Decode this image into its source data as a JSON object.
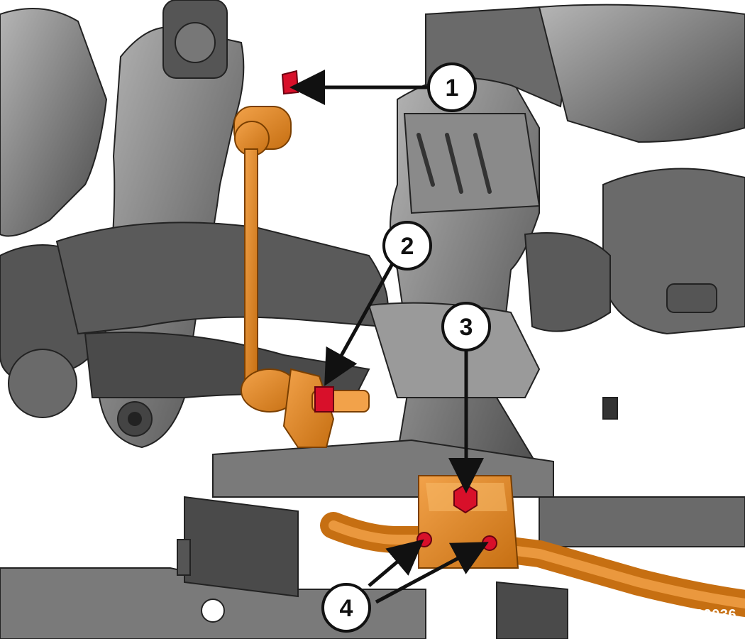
{
  "figure": {
    "id_text": "0202189036"
  },
  "callouts": [
    {
      "number": "1",
      "label": ""
    },
    {
      "number": "2",
      "label": ""
    },
    {
      "number": "3",
      "label": ""
    },
    {
      "number": "4",
      "label": ""
    }
  ],
  "colors": {
    "frame_dark": "#3a3a3a",
    "frame_mid": "#6b6b6b",
    "frame_light": "#a7a7a7",
    "highlight_orange": "#e08a1e",
    "fastener_red": "#d8102a",
    "callout_fill": "#ffffff",
    "callout_stroke": "#111111"
  }
}
